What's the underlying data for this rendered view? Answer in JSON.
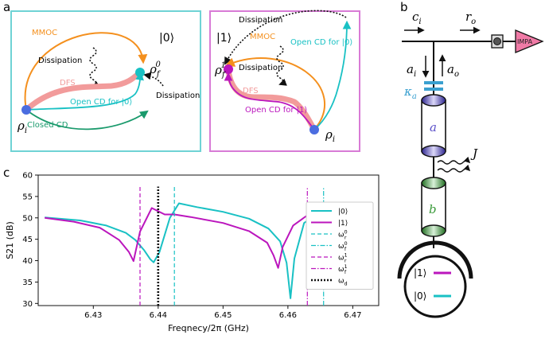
{
  "panel_letters": {
    "a": "a",
    "b": "b",
    "c": "c"
  },
  "panel_a_left": {
    "ket": "|0⟩",
    "mmoc": "MMOC",
    "dissipation_top": "Dissipation",
    "dissipation_right": "Dissipation",
    "dfs": "DFS",
    "open_cd": "Open CD for |0⟩",
    "closed_cd": "Closed CD",
    "rho_i": "ρ",
    "rho_i_sub": "i",
    "rho_f": "ρ",
    "rho_f_sub": "f",
    "rho_f_sup": "0"
  },
  "panel_a_right": {
    "ket": "|1⟩",
    "dissipation_top": "Dissipation",
    "dissipation_mid": "Dissipation",
    "mmoc": "MMOC",
    "open_cd0": "Open CD for |0⟩",
    "dfs": "DFS",
    "open_cd1": "Open CD for |1⟩",
    "rho_i": "ρ",
    "rho_i_sub": "i",
    "rho_f": "ρ",
    "rho_f_sub": "f",
    "rho_f_sup": "1"
  },
  "panel_b": {
    "c_i": "c",
    "c_i_sub": "i",
    "r_o": "r",
    "r_o_sub": "o",
    "a_i": "a",
    "a_i_sub": "i",
    "a_o": "a",
    "a_o_sub": "o",
    "kappa": "κ",
    "kappa_sub": "a",
    "cav_a": "a",
    "cav_b": "b",
    "coupling": "J",
    "impa": "IMPA",
    "ket1": "|1⟩",
    "ket0": "|0⟩"
  },
  "colors": {
    "teal": "#19c1c4",
    "magenta": "#bb16bd",
    "orange": "#f4901e",
    "green": "#1a9a6c",
    "pink": "#f29b9b",
    "blue": "#4b6de0",
    "pink_border": "#d87bd6",
    "teal_border": "#6fd3d5",
    "impa_pink": "#f07aa6",
    "kappa_blue": "#3aa0d0",
    "cav_a": "#5a4fc8",
    "cav_b": "#3a9a3a"
  },
  "chart_data": {
    "type": "line",
    "xlabel": "Freqnecy/2π (GHz)",
    "ylabel": "S21 (dB)",
    "xlim": [
      6.4215,
      6.474
    ],
    "ylim": [
      29.5,
      60
    ],
    "xticks": [
      6.43,
      6.44,
      6.45,
      6.46,
      6.47
    ],
    "xtick_labels": [
      "6.43",
      "6.44",
      "6.45",
      "6.46",
      "6.47"
    ],
    "yticks": [
      30,
      35,
      40,
      45,
      50,
      55,
      60
    ],
    "ytick_labels": [
      "30",
      "35",
      "40",
      "45",
      "50",
      "55",
      "60"
    ],
    "grid": false,
    "legend_position": "right",
    "series": [
      {
        "name": "|0⟩",
        "color": "#19c1c4",
        "style": "solid",
        "x": [
          6.4225,
          6.428,
          6.432,
          6.435,
          6.4365,
          6.4378,
          6.4388,
          6.4393,
          6.4402,
          6.4418,
          6.4432,
          6.446,
          6.45,
          6.454,
          6.457,
          6.4588,
          6.4598,
          6.4604,
          6.461,
          6.4625,
          6.465,
          6.468,
          6.4715
        ],
        "y": [
          50.1,
          49.4,
          48.2,
          46.5,
          44.8,
          42.5,
          40.3,
          39.6,
          42.0,
          50.0,
          53.4,
          52.5,
          51.4,
          49.8,
          47.5,
          44.5,
          39.5,
          31.2,
          40.5,
          48.8,
          51.4,
          52.7,
          53.3
        ]
      },
      {
        "name": "|1⟩",
        "color": "#bb16bd",
        "style": "solid",
        "x": [
          6.4225,
          6.427,
          6.431,
          6.434,
          6.4355,
          6.4362,
          6.4372,
          6.439,
          6.441,
          6.4425,
          6.445,
          6.45,
          6.454,
          6.4568,
          6.4578,
          6.4585,
          6.4592,
          6.4608,
          6.463,
          6.466,
          6.469,
          6.4725
        ],
        "y": [
          50.0,
          49.1,
          47.7,
          44.8,
          42.0,
          39.9,
          46.8,
          52.3,
          50.8,
          50.8,
          50.2,
          48.8,
          46.9,
          44.2,
          41.2,
          38.3,
          43.2,
          48.2,
          50.6,
          52.4,
          53.2,
          52.9
        ]
      },
      {
        "name": "ω",
        "sub": "r",
        "sup": "0",
        "color": "#19c1c4",
        "style": "dashed",
        "x": [
          6.4425,
          6.4425
        ],
        "y": [
          29.5,
          57.3
        ]
      },
      {
        "name": "ω",
        "sub": "f",
        "sup": "0",
        "color": "#19c1c4",
        "style": "dashdot",
        "x": [
          6.4655,
          6.4655
        ],
        "y": [
          29.5,
          57.3
        ]
      },
      {
        "name": "ω",
        "sub": "r",
        "sup": "1",
        "color": "#bb16bd",
        "style": "dashed",
        "x": [
          6.4372,
          6.4372
        ],
        "y": [
          29.5,
          57.3
        ]
      },
      {
        "name": "ω",
        "sub": "f",
        "sup": "1",
        "color": "#bb16bd",
        "style": "dashdot",
        "x": [
          6.463,
          6.463
        ],
        "y": [
          29.5,
          57.3
        ]
      },
      {
        "name": "ω",
        "sub": "d",
        "sup": "",
        "color": "#111111",
        "style": "dotted",
        "x": [
          6.44,
          6.44
        ],
        "y": [
          29.5,
          57.3
        ]
      }
    ]
  }
}
